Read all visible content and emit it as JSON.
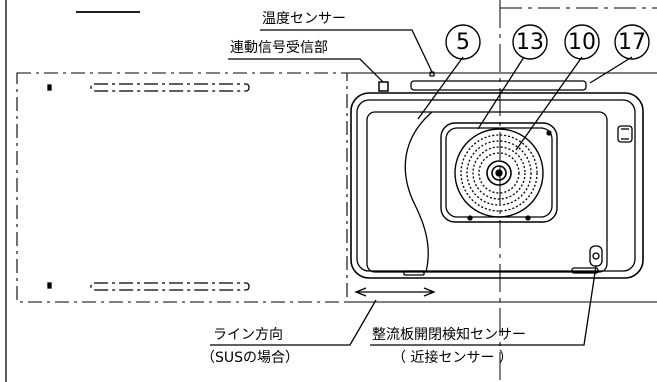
{
  "labels": {
    "temp_sensor": "温度センサー",
    "link_receiver": "連動信号受信部",
    "line_direction": "ライン方向",
    "sus_case": "（SUSの場合）",
    "rectifier_sensor": "整流板開閉検知センサー",
    "proximity_sensor": "（ 近接センサー ）"
  },
  "callouts": {
    "c5": "5",
    "c13": "13",
    "c10": "10",
    "c17": "17"
  }
}
